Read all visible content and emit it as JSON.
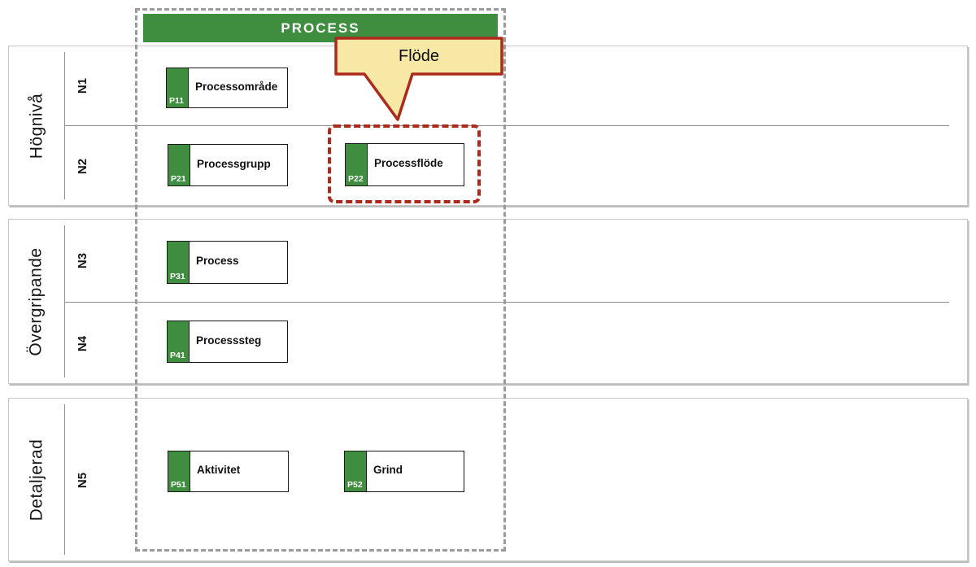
{
  "colors": {
    "green": "#3F8D3F",
    "red": "#AC2A1C",
    "callout_fill": "#F7E8A6",
    "dash_gray": "#9B9B9B",
    "line_gray": "#8F8F8F"
  },
  "process_column": {
    "header_label": "PROCESS",
    "callout_label": "Flöde"
  },
  "groups": [
    {
      "label": "Högnivå",
      "rows": [
        {
          "label": "N1",
          "boxes": [
            {
              "code": "P11",
              "label": "Processområde"
            }
          ]
        },
        {
          "label": "N2",
          "boxes": [
            {
              "code": "P21",
              "label": "Processgrupp"
            },
            {
              "code": "P22",
              "label": "Processflöde",
              "highlighted": true
            }
          ]
        }
      ]
    },
    {
      "label": "Övergripande",
      "rows": [
        {
          "label": "N3",
          "boxes": [
            {
              "code": "P31",
              "label": "Process"
            }
          ]
        },
        {
          "label": "N4",
          "boxes": [
            {
              "code": "P41",
              "label": "Processsteg"
            }
          ]
        }
      ]
    },
    {
      "label": "Detaljerad",
      "rows": [
        {
          "label": "N5",
          "boxes": [
            {
              "code": "P51",
              "label": "Aktivitet"
            },
            {
              "code": "P52",
              "label": "Grind"
            }
          ]
        }
      ]
    }
  ]
}
